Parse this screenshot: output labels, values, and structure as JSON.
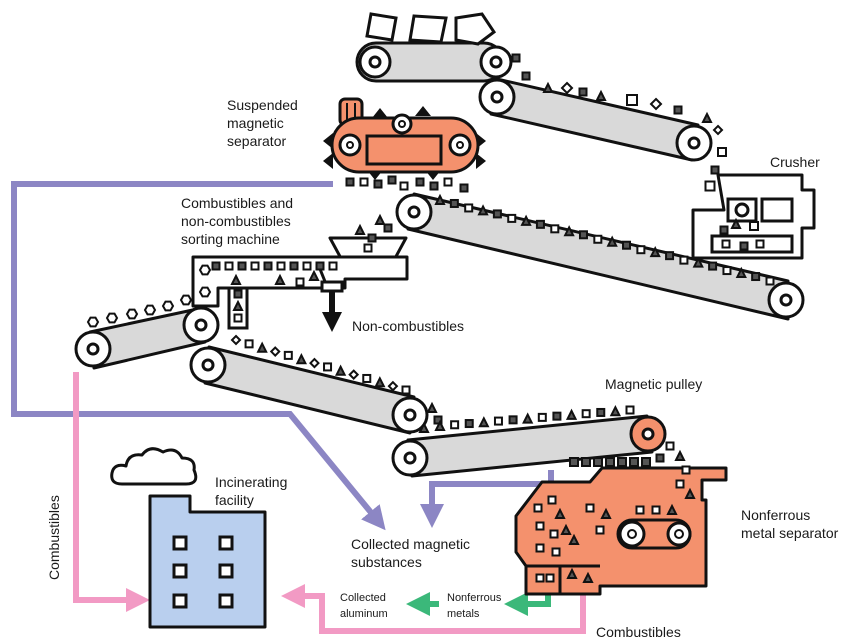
{
  "labels": {
    "suspended_separator": [
      "Suspended",
      "magnetic",
      "separator"
    ],
    "crusher": "Crusher",
    "sorting_machine": [
      "Combustibles and",
      "non-combustibles",
      "sorting machine"
    ],
    "non_combustibles": "Non-combustibles",
    "magnetic_pulley": "Magnetic pulley",
    "combustibles_vertical": "Combustibles",
    "incinerating_facility": [
      "Incinerating",
      "facility"
    ],
    "nonferrous_separator": [
      "Nonferrous",
      "metal separator"
    ],
    "collected_magnetic": [
      "Collected magnetic",
      "substances"
    ],
    "collected_aluminum": [
      "Collected",
      "aluminum"
    ],
    "nonferrous_metals": [
      "Nonferrous",
      "metals"
    ],
    "combustibles_bottom": "Combustibles"
  },
  "colors": {
    "magnet_orange": "#f4916d",
    "magnetic_flow": "#8c86c4",
    "combustible_flow": "#f29ac4",
    "metal_flow": "#3bb87a",
    "building": "#b9cfee",
    "conveyor": "#d9d9d9"
  },
  "icons": [
    "cloud-icon",
    "arrow-down-icon"
  ]
}
